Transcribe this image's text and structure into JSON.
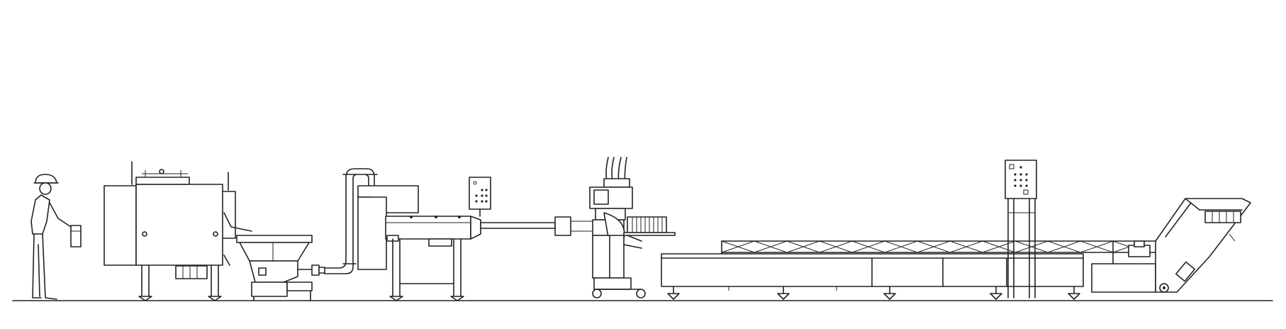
{
  "diagram": {
    "line_color": "#222222",
    "background": "#ffffff",
    "components": [
      {
        "id": "operator",
        "icon": "person-icon"
      },
      {
        "id": "vacuum-mixer",
        "icon": "mixer-icon"
      },
      {
        "id": "hopper-pump",
        "icon": "pump-icon"
      },
      {
        "id": "transfer-pipe",
        "icon": "pipe-icon"
      },
      {
        "id": "filler",
        "icon": "filler-icon"
      },
      {
        "id": "control-panel-1",
        "icon": "control-panel-icon"
      },
      {
        "id": "linker",
        "icon": "linker-icon"
      },
      {
        "id": "cooking-tank",
        "icon": "tank-icon"
      },
      {
        "id": "control-panel-2",
        "icon": "control-panel-icon"
      },
      {
        "id": "incline-conveyor",
        "icon": "conveyor-icon"
      }
    ]
  }
}
